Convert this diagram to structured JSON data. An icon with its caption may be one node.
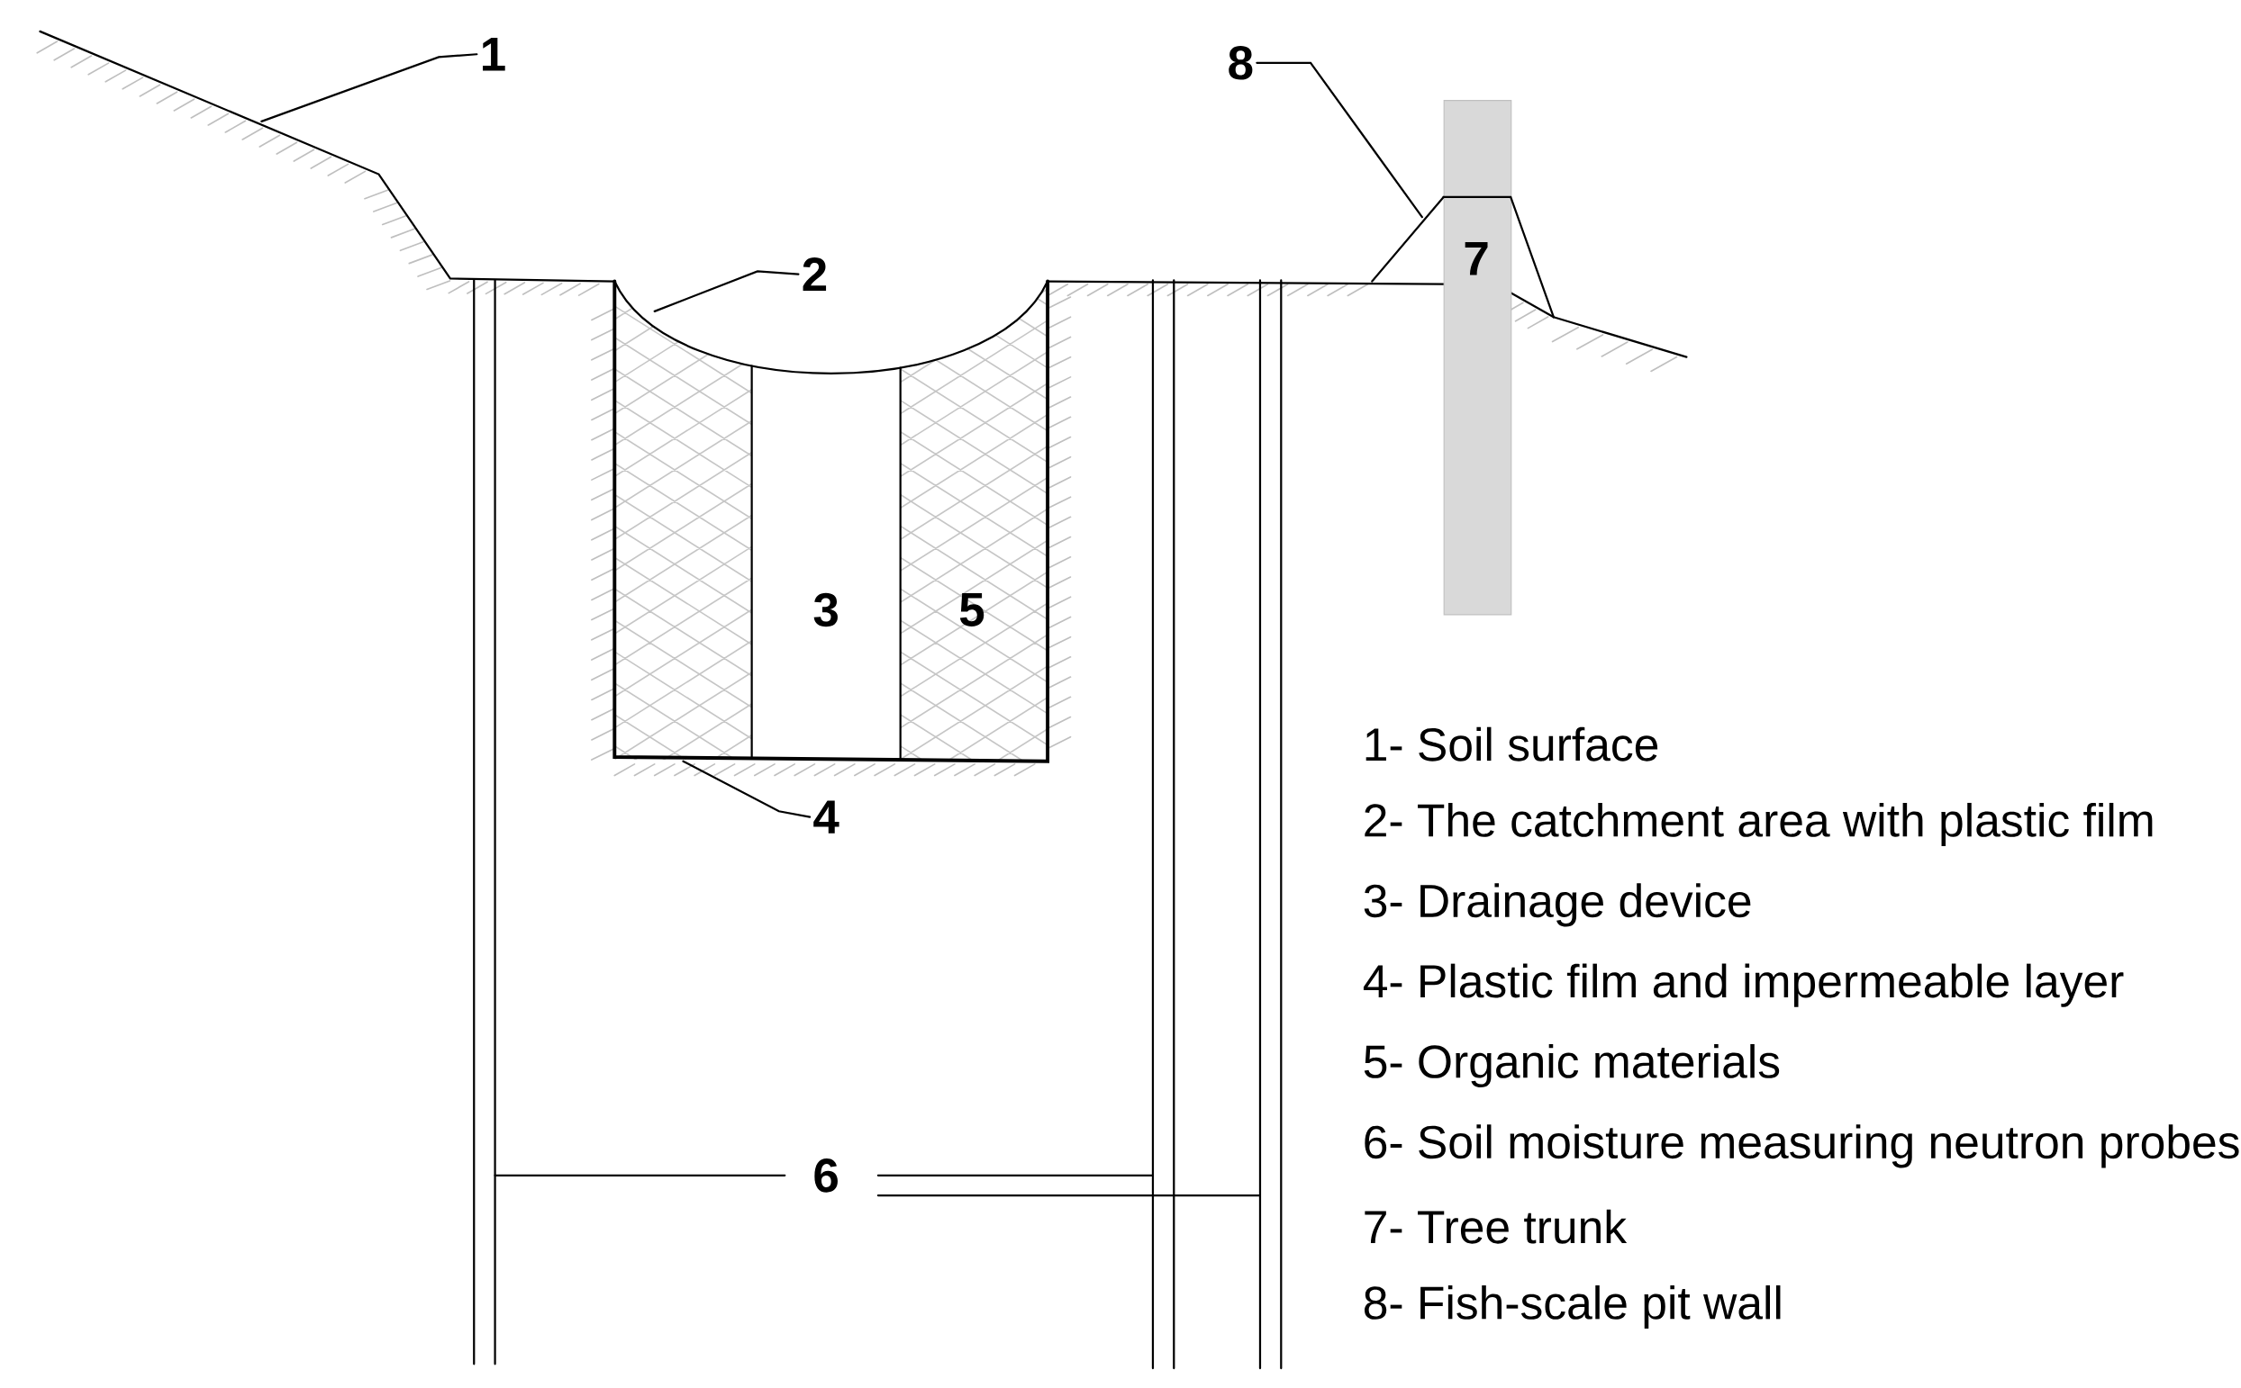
{
  "diagram": {
    "nodes": [
      {
        "text": [
          "1"
        ]
      },
      {
        "text": [
          "8"
        ]
      },
      {
        "text": [
          "2"
        ]
      },
      {
        "text": [
          "7"
        ]
      },
      {
        "text": [
          "4"
        ]
      },
      {
        "text": [
          "6"
        ]
      },
      {
        "text": [],
        "shape": "bar"
      },
      {
        "text": [],
        "shape": "bar"
      },
      {
        "text": [],
        "shape": "bar"
      },
      {
        "text": [],
        "shape": "trapezoid"
      }
    ],
    "edges": [
      {
        "from": 0,
        "to": null,
        "arrow": "none"
      },
      {
        "from": 1,
        "to": 9,
        "arrow": "none"
      },
      {
        "from": 2,
        "to": null,
        "arrow": "none"
      },
      {
        "from": 4,
        "to": null,
        "arrow": "none"
      },
      {
        "from": 5,
        "to": 6,
        "arrow": "none"
      },
      {
        "from": 5,
        "to": 7,
        "arrow": "none"
      },
      {
        "from": 5,
        "to": 8,
        "arrow": "none"
      }
    ],
    "labels": [
      "3",
      "5",
      "1- Soil surface",
      "2- The catchment area with plastic film",
      "3- Drainage device",
      "4- Plastic film and impermeable layer",
      "5- Organic materials",
      "6- Soil moisture measuring neutron probes",
      "7- Tree trunk",
      "8- Fish-scale pit wall"
    ]
  }
}
